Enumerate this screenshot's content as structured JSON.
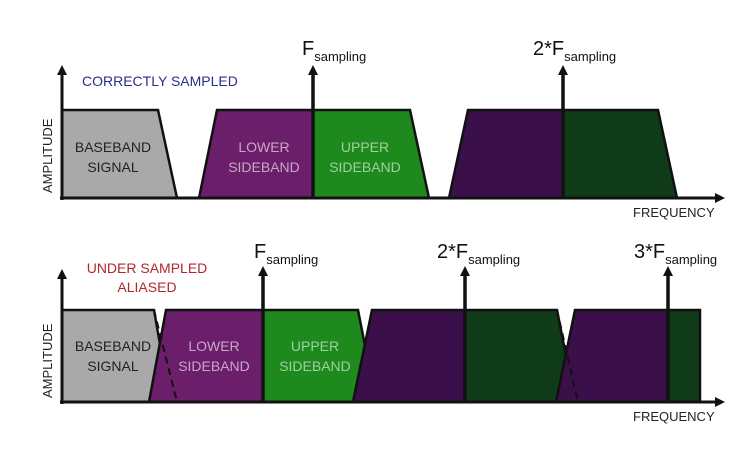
{
  "colors": {
    "baseband": "#a9a9a9",
    "lower": "#6b1f6b",
    "upper": "#1e8a1e",
    "dark_purple": "#3b0f4a",
    "dark_green": "#0f3b18",
    "outline": "#111111",
    "title_correct": "#2b2f8a",
    "title_aliased": "#b0282c"
  },
  "panel_top": {
    "title": "CORRECTLY SAMPLED",
    "y_axis": "AMPLITUDE",
    "x_axis": "FREQUENCY",
    "baseband": {
      "line1": "BASEBAND",
      "line2": "SIGNAL"
    },
    "lower": {
      "line1": "LOWER",
      "line2": "SIDEBAND"
    },
    "upper": {
      "line1": "UPPER",
      "line2": "SIDEBAND"
    },
    "marker1": {
      "main": "F",
      "sub": "sampling"
    },
    "marker2": {
      "main": "2*F",
      "sub": "sampling"
    }
  },
  "panel_bottom": {
    "title_line1": "UNDER SAMPLED",
    "title_line2": "ALIASED",
    "y_axis": "AMPLITUDE",
    "x_axis": "FREQUENCY",
    "baseband": {
      "line1": "BASEBAND",
      "line2": "SIGNAL"
    },
    "lower": {
      "line1": "LOWER",
      "line2": "SIDEBAND"
    },
    "upper": {
      "line1": "UPPER",
      "line2": "SIDEBAND"
    },
    "marker1": {
      "main": "F",
      "sub": "sampling"
    },
    "marker2": {
      "main": "2*F",
      "sub": "sampling"
    },
    "marker3": {
      "main": "3*F",
      "sub": "sampling"
    }
  }
}
